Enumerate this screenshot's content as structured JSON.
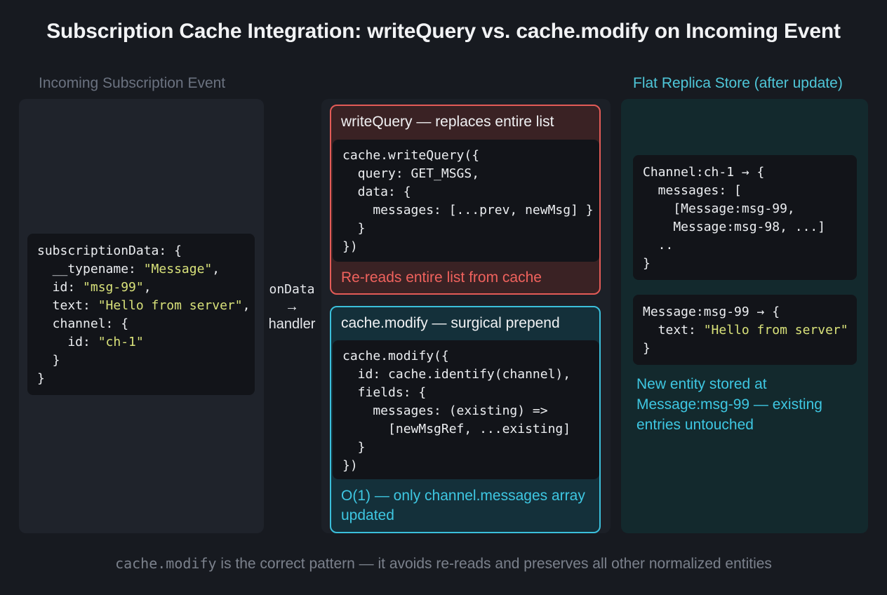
{
  "title": "Subscription Cache Integration: writeQuery vs. cache.modify on Incoming Event",
  "left": {
    "label": "Incoming Subscription Event",
    "lines": [
      [
        "subscriptionData: {"
      ],
      [
        "  __typename: ",
        "\"Message\"",
        ","
      ],
      [
        "  id: ",
        "\"msg-99\"",
        ","
      ],
      [
        "  text: ",
        "\"Hello from server\"",
        ","
      ],
      [
        "  channel: {"
      ],
      [
        "    id: ",
        "\"ch-1\""
      ],
      [
        "  }"
      ],
      [
        "}"
      ]
    ]
  },
  "arrow": {
    "line1": "onData",
    "line2": "→",
    "line3": "handler"
  },
  "write_query": {
    "heading": "writeQuery — replaces entire list",
    "lines": [
      [
        "cache.writeQuery({"
      ],
      [
        "  query: GET_MSGS,"
      ],
      [
        "  data: {"
      ],
      [
        "    messages: [...prev, newMsg] }"
      ],
      [
        "  }"
      ],
      [
        "})"
      ]
    ],
    "footer": "Re-reads entire list from cache"
  },
  "cache_modify": {
    "heading": "cache.modify — surgical prepend",
    "lines": [
      [
        "cache.modify({"
      ],
      [
        "  id: cache.identify(channel),"
      ],
      [
        "  fields: {"
      ],
      [
        "    messages: (existing) =>"
      ],
      [
        "      [newMsgRef, ...existing]"
      ],
      [
        "  }"
      ],
      [
        "})"
      ]
    ],
    "footer": "O(1) — only channel.messages array updated"
  },
  "right": {
    "label": "Flat Replica Store (after update)",
    "store1_lines": [
      [
        "Channel:ch-1 → {"
      ],
      [
        "  messages: ["
      ],
      [
        "    [Message:msg-99,"
      ],
      [
        "    Message:msg-98, ...]"
      ],
      [
        "  .."
      ],
      [
        "}"
      ]
    ],
    "store2_lines": [
      [
        "Message:msg-99 → {"
      ],
      [
        "  text: ",
        "\"Hello from server\""
      ],
      [
        "}"
      ]
    ],
    "note": "New entity stored at Message:msg-99 — existing entries untouched"
  },
  "bottom": {
    "code_part": "cache.modify",
    "text_part": " is the correct pattern — it avoids re-reads and preserves all other normalized entities"
  }
}
